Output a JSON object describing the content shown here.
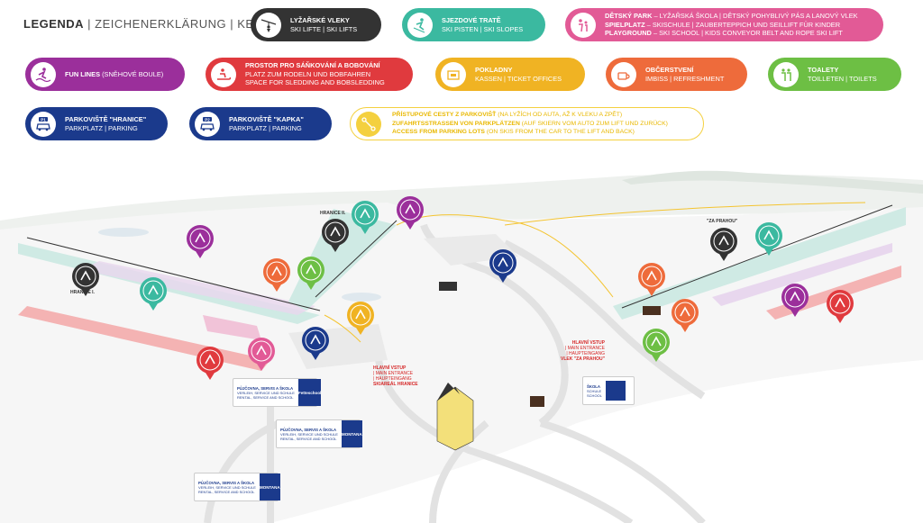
{
  "legend": {
    "title_bold": "LEGENDA",
    "title_rest": " | ZEICHENERKLÄRUNG | KEY:",
    "items": [
      {
        "id": "lifts",
        "line1": "LYŽAŘSKÉ VLEKY",
        "line2": "SKI LIFTE | SKI LIFTS",
        "color": "#333333",
        "icon": "ski-lift-icon"
      },
      {
        "id": "slopes",
        "line1": "SJEZDOVÉ TRATĚ",
        "line2": "SKI PISTEN | SKI SLOPES",
        "color": "#3bb9a0",
        "icon": "skier-icon"
      },
      {
        "id": "kids",
        "line1a": "DĚTSKÝ PARK",
        "line1b": " – LYŽAŘSKÁ ŠKOLA | DĚTSKÝ POHYBLIVÝ PÁS A LANOVÝ VLEK",
        "line2a": "SPIELPLATZ",
        "line2b": " – SKISCHULE | ZAUBERTEPPICH UND SEILLIFT FÜR KINDER",
        "line3a": "PLAYGROUND",
        "line3b": " – SKI SCHOOL | KIDS CONVEYOR BELT AND ROPE SKI LIFT",
        "color": "#e25a96",
        "icon": "kids-park-icon"
      },
      {
        "id": "funlines",
        "line1": "FUN LINES",
        "line1b": " (SNĚHOVÉ BOULE)",
        "color": "#9b2f9b",
        "icon": "fun-lines-icon"
      },
      {
        "id": "sledding",
        "line1": "PROSTOR PRO SÁŇKOVÁNÍ A BOBOVÁNÍ",
        "line2": "PLATZ ZUM RODELN UND BOBFAHREN",
        "line3": "SPACE FOR SLEDDING AND BOBSLEDDING",
        "color": "#e03a3e",
        "icon": "sled-icon"
      },
      {
        "id": "tickets",
        "line1": "POKLADNY",
        "line2": "KASSEN | TICKET OFFICES",
        "color": "#f0b323",
        "icon": "ticket-office-icon"
      },
      {
        "id": "food",
        "line1": "OBČERSTVENÍ",
        "line2": "IMBISS | REFRESHMENT",
        "color": "#ee6b3b",
        "icon": "refreshment-icon"
      },
      {
        "id": "toilets",
        "line1": "TOALETY",
        "line2": "TOILLETEN | TOILETS",
        "color": "#6dbf44",
        "icon": "toilets-icon"
      },
      {
        "id": "p1",
        "line1": "PARKOVIŠTĚ \"HRANICE\"",
        "line2": "PARKPLATZ | PARKING",
        "color": "#1b3a8c",
        "icon": "parking-p1-icon",
        "badge": "P1"
      },
      {
        "id": "p2",
        "line1": "PARKOVIŠTĚ \"KAPKA\"",
        "line2": "PARKPLATZ | PARKING",
        "color": "#1b3a8c",
        "icon": "parking-p2-icon",
        "badge": "P2"
      }
    ],
    "access": {
      "line1a": "PŘÍSTUPOVÉ CESTY Z PARKOVIŠŤ",
      "line1b": " (NA LYŽÍCH OD AUTA, AŽ K VLEKU A ZPĚT)",
      "line2a": "ZUFAHRTSSTRASSEN VON PARKPLÄTZEN",
      "line2b": " (AUF SKIERN VOM AUTO ZUM LIFT UND ZURÜCK)",
      "line3a": "ACCESS FROM PARKING LOTS",
      "line3b": " (ON SKIS FROM THE CAR TO THE LIFT AND BACK)",
      "color": "#f4d03f",
      "icon": "access-path-icon"
    }
  },
  "map": {
    "labels": {
      "hranice1": "HRANICE I.",
      "hranice2": "HRANICE II.",
      "zaprahou": "\"ZA PRAHOU\"",
      "main_left_1": "HLAVNÍ VSTUP",
      "main_left_2": "| MAIN ENTRANCE",
      "main_left_3": "| HAUPTEINGANG",
      "main_left_4": "SKIAREÁL HRANICE",
      "main_right_1": "HLAVNÍ VSTUP",
      "main_right_2": "| MAIN ENTRANCE",
      "main_right_3": "| HAUPTEINGANG",
      "main_right_4": "VLEK \"ZA PRAHOU\""
    },
    "signs": [
      {
        "id": "sign1",
        "l1": "PŮJČOVNA, SERVIS A ŠKOLA",
        "l2": "VERLEIH, SERVICE UND SCHULE",
        "l3": "RENTAL, SERVICE AND SCHOOL",
        "logo": "Fetteschool"
      },
      {
        "id": "sign2",
        "l1": "PŮJČOVNA, SERVIS A ŠKOLA",
        "l2": "VERLEIH, SERVICE UND SCHULE",
        "l3": "RENTAL, SERVICE AND SCHOOL",
        "logo": "MONTANA"
      },
      {
        "id": "sign3",
        "l1": "PŮJČOVNA, SERVIS A ŠKOLA",
        "l2": "VERLEIH, SERVICE UND SCHULE",
        "l3": "RENTAL, SERVICE AND SCHOOL",
        "logo": "MONTANA"
      },
      {
        "id": "sign4",
        "l1": "ŠKOLA",
        "l2": "SCHULE",
        "l3": "SCHOOL",
        "logo": ""
      }
    ]
  }
}
